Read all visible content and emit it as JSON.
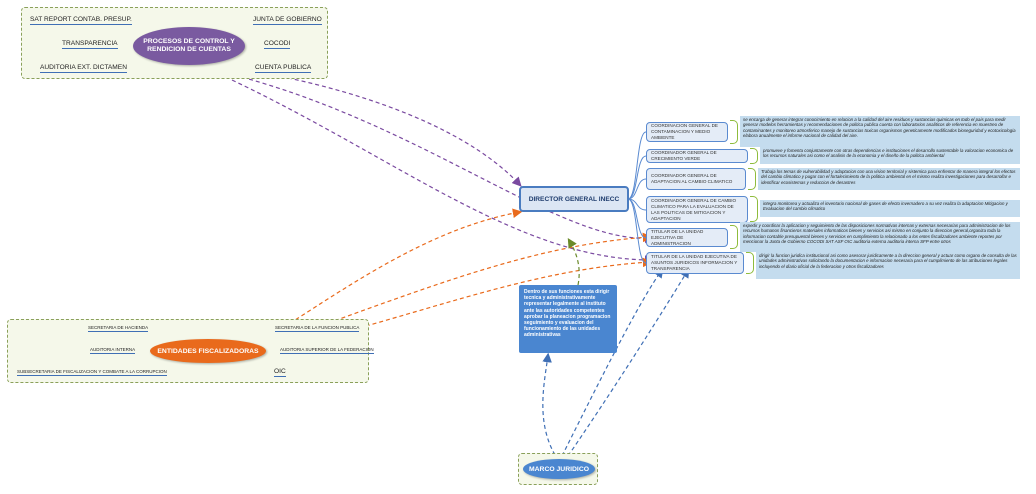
{
  "procesos": {
    "title": "PROCESOS DE CONTROL Y RENDICION DE CUENTAS",
    "items": [
      "SAT REPORT CONTAB. PRESUP.",
      "TRANSPARENCIA",
      "AUDITORIA EXT. DICTAMEN",
      "JUNTA DE GOBIERNO",
      "COCODI",
      "CUENTA PUBLICA"
    ]
  },
  "entidades": {
    "title": "ENTIDADES FISCALIZADORAS",
    "items": [
      "SECRETARIA DE HACIENDA",
      "AUDITORIA INTERNA",
      "SUBSECRETARIA DE FISCALIZACION Y COMBATE A LA CORRUPCION",
      "SECRETARIA DE LA FUNCION PUBLICA",
      "AUDITORIA SUPERIOR DE LA FEDERACION",
      "OIC"
    ]
  },
  "director": {
    "label": "DIRECTOR GENERAL INECC"
  },
  "marco": {
    "label": "MARCO JURIDICO"
  },
  "note": "Dentro de sus funciones esta dirigir tecnica y administrativamente representar legalmente al instituto ante las autoridades competentes aprobar la planeacion programacion seguimiento y evaluacion del funcionamiento de las unidades administrativas",
  "units": [
    {
      "label": "COORDINACION GENERAL DE CONTAMINACION Y MEDIO AMBIENTE",
      "desc": "se encarga de generar integrar conocimiento en relacion a la calidad del aire residuos y sustancias quimicas en todo el pais para medir generar modelos herramientas y recomendaciones de politica publica cuenta con laboratorios analiticos de referencia en muestreo de contaminantes y monitoreo atmosferico manejo de sustancias toxicas organismos geneticamente modificados bioseguridad y ecotoxicologia elabora anualmente el informe nacional de calidad del aire."
    },
    {
      "label": "COORDINADOR GENERAL DE CRECIMIENTO VERDE",
      "desc": "promueve y fomenta conjuntamente con otras dependencias e instituciones el desarrollo sustentable la valoracion economica de los recursos naturales asi como el analisis de la economia y el diseño de la politica ambiental"
    },
    {
      "label": "COORDINADOR GENERAL DE ADAPTACION AL CAMBIO CLIMATICO",
      "desc": "Trabaja los temas de vulnerabilidad y adaptacion con una vision territorial y sistemica para enfrentar de manera integral los efectos del cambio climatico y pugar con el fortalecimiento de la politica ambiental en el mismo realiza investigaciones para desarrollar e identificar ecosistemas y reduccion de desastres"
    },
    {
      "label": "COORDINADOR GENERAL DE CAMBIO CLIMATICO PARA LA EVALUACION DE LAS POLITICAS DE MITIGACION Y ADAPTACION",
      "desc": "integra monitorea y actualiza el inventario nacional de gases de efecto invernadero a su vez realiza la adaptacion Mitigacion y Evaluacion del cambio climatico"
    },
    {
      "label": "TITULAR DE LA UNIDAD EJECUTIVA DE ADMINISTRACION",
      "desc": "expedir y coordinar la aplicacion y seguimiento de las disposiciones normativas internas y externas necesarias para administracion de los recursos humanos financieros materiales informaticos bienes y servicios asi mismo en conjunto la direccion general,organiza toda la informacion contable presupuestal bienes y servicios en cumplimiento la relacionado a los entes fiscalizadores ambiente reportes por mencionar la Junta de Gobierno COCODI SAT ASF OIC auditoria externa auditoria interna SFP entre otros"
    },
    {
      "label": "TITULAR DE LA UNIDAD EJECUTIVA DE ASUNTOS JURIDICOS INFORMACION Y TRANSPARENCIA",
      "desc": "dirigir la funcion juridica institucional asi como asesorar juridicamente a la direccion general y actuar como organo de consulta de las unidades administrativas solicitando la documentacion e informacion necesaria para el cumplimiento de las atribuciones legales incluyendo el diario oficial de la federacion y otros fiscalizadores"
    }
  ]
}
